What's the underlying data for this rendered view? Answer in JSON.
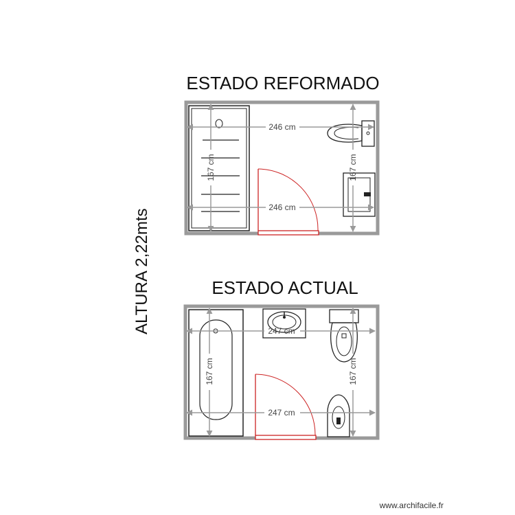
{
  "side_label": "ALTURA 2,22mts",
  "watermark": "www.archifacile.fr",
  "colors": {
    "wall": "#9a9a9a",
    "door": "#cc2222",
    "dimension": "#9a9a9a",
    "fixture": "#222222"
  },
  "plans": [
    {
      "title": "ESTADO REFORMADO",
      "dim_top": "246 cm",
      "dim_bottom": "246 cm",
      "dim_left": "167 cm",
      "dim_right": "167 cm",
      "fixtures": [
        "shower-tray",
        "toilet",
        "sink",
        "door"
      ]
    },
    {
      "title": "ESTADO ACTUAL",
      "dim_top": "247 cm",
      "dim_bottom": "247 cm",
      "dim_left": "167 cm",
      "dim_right": "167 cm",
      "fixtures": [
        "bathtub",
        "sink",
        "toilet",
        "bidet",
        "door"
      ]
    }
  ]
}
